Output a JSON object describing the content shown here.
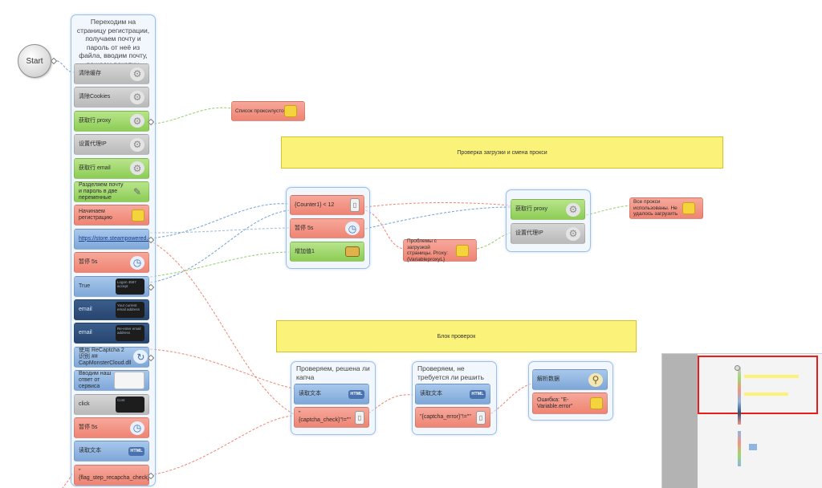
{
  "start": {
    "label": "Start"
  },
  "left_group": {
    "title": "Переходим на страницу регистрации, получаем почту и пароль от неё из файла, вводим почту, решаем рекапчу, кликаем по кнопке",
    "nodes": [
      {
        "label": "清除缓存",
        "color": "gray",
        "icon": "gear-icon"
      },
      {
        "label": "清除Cookies",
        "color": "gray",
        "icon": "gear-icon"
      },
      {
        "label": "获取行 proxy",
        "color": "green",
        "icon": "gear-icon"
      },
      {
        "label": "设置代理IP",
        "color": "gray",
        "icon": "gear-icon"
      },
      {
        "label": "获取行 email",
        "color": "green",
        "icon": "gear-icon"
      },
      {
        "label": "Разделяем почту и пароль в две переменные",
        "color": "green",
        "icon": "pen-icon"
      },
      {
        "label": "Начинаем регистрацию",
        "color": "red",
        "icon": "note-icon"
      },
      {
        "label": "https://store.steampowered.com/join",
        "color": "blue",
        "icon": "globe-icon",
        "link": true
      },
      {
        "label": "暂停 5s",
        "color": "red",
        "icon": "clock-icon"
      },
      {
        "label": "True",
        "color": "blue",
        "icon": "dark-preview-icon",
        "preview": "Logon 4567 accept"
      },
      {
        "label": "email",
        "color": "dark",
        "icon": "dark-preview-icon",
        "preview": "Your current email address"
      },
      {
        "label": "email",
        "color": "dark",
        "icon": "dark-preview-icon",
        "preview": "Re-enter email address"
      },
      {
        "label": "使用 ReCaptcha 2 识别 ## CapMonsterCloud.dll",
        "color": "blue",
        "icon": "recaptcha-icon"
      },
      {
        "label": "Вводим наш ответ от сервиса",
        "color": "blue",
        "icon": "white-preview-icon"
      },
      {
        "label": "click",
        "color": "gray",
        "icon": "dark-preview-icon",
        "preview": "Cont"
      },
      {
        "label": "暂停 5s",
        "color": "red",
        "icon": "clock-icon"
      },
      {
        "label": "读取文本",
        "color": "blue",
        "icon": "html-icon"
      },
      {
        "label": "\"{flag_step_recapcha_check}\"!=\"\"",
        "color": "red",
        "icon": "phone-icon"
      }
    ]
  },
  "proxy_note": {
    "label": "Список проксилусто"
  },
  "banner_top": {
    "label": "Проверка загрузки и смена прокси"
  },
  "banner_mid": {
    "label": "Блок проверок"
  },
  "mid_group": {
    "nodes": [
      {
        "label": "{Counter1} < 12",
        "color": "red",
        "icon": "phone-icon"
      },
      {
        "label": "暂停 5s",
        "color": "red",
        "icon": "clock-icon"
      },
      {
        "label": "增加值1",
        "color": "green",
        "icon": "counter-icon"
      }
    ]
  },
  "proxy_fail_note": {
    "label": "Проблемы с загрузкой страницы. Proxy: {VariableproxyL}"
  },
  "right_group": {
    "nodes": [
      {
        "label": "获取行 proxy",
        "color": "green",
        "icon": "gear-icon"
      },
      {
        "label": "设置代理IP",
        "color": "gray",
        "icon": "gear-icon"
      }
    ]
  },
  "all_proxy_note": {
    "label": "Все прокси использованы. Не удалось загрузить"
  },
  "check1_group": {
    "title": "Проверяем, решена ли капча",
    "nodes": [
      {
        "label": "读取文本",
        "color": "blue",
        "icon": "html-icon"
      },
      {
        "label": "\"{captcha_check}\"!=\"\"",
        "color": "red",
        "icon": "phone-icon"
      }
    ]
  },
  "check2_group": {
    "title": "Проверяем, не требуется ли решить капчу заново",
    "nodes": [
      {
        "label": "读取文本",
        "color": "blue",
        "icon": "html-icon"
      },
      {
        "label": "\"{captcha_error}\"!=\"\"",
        "color": "red",
        "icon": "phone-icon"
      }
    ]
  },
  "result_group": {
    "nodes": [
      {
        "label": "解析数据",
        "color": "blue",
        "icon": "search-icon"
      },
      {
        "label": "Ошибка: \"E-Variable.error\"",
        "color": "red",
        "icon": "note-icon"
      }
    ]
  },
  "colors": {
    "gray_node": "#c7c7c7",
    "green_node": "#9fd86b",
    "red_node": "#f29383",
    "blue_node": "#8fb5e2",
    "group_border": "#9cc0e8",
    "banner": "#fbf27a",
    "minimap_view": "#e81c1c"
  }
}
